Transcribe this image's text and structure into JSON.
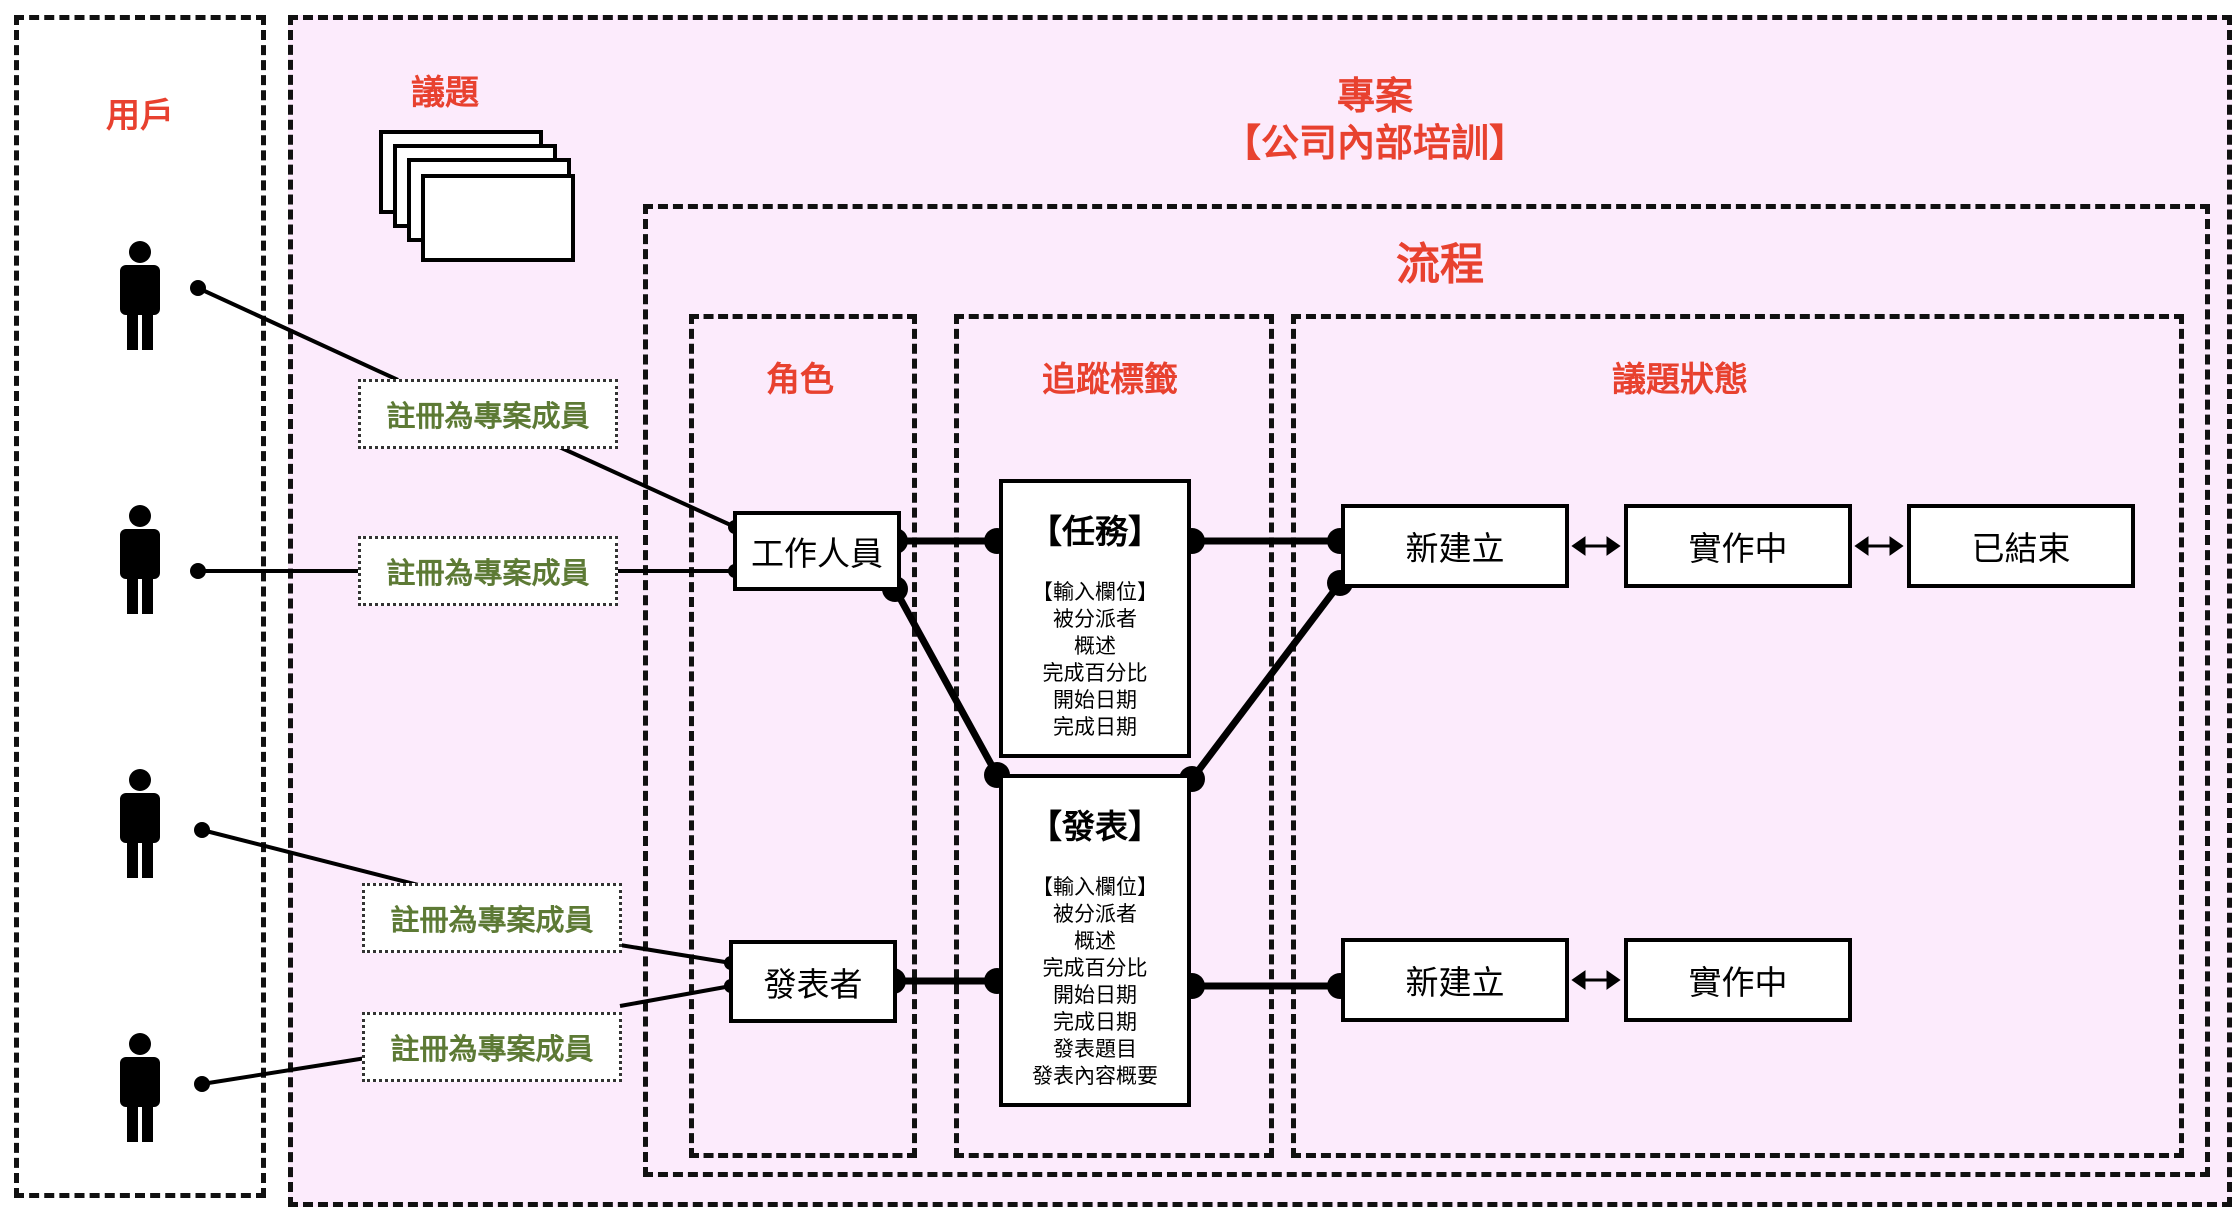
{
  "users": {
    "title": "用戶",
    "register_labels": [
      "註冊為專案成員",
      "註冊為專案成員",
      "註冊為專案成員",
      "註冊為專案成員"
    ]
  },
  "issues_title": "議題",
  "project": {
    "title": "專案",
    "name": "【公司內部培訓】"
  },
  "workflow": {
    "title": "流程",
    "roles_title": "角色",
    "trackers_title": "追蹤標籤",
    "statuses_title": "議題狀態",
    "roles": [
      "工作人員",
      "發表者"
    ],
    "trackers": [
      {
        "name": "【任務】",
        "fields_heading": "【輸入欄位】",
        "fields": [
          "被分派者",
          "概述",
          "完成百分比",
          "開始日期",
          "完成日期"
        ]
      },
      {
        "name": "【發表】",
        "fields_heading": "【輸入欄位】",
        "fields": [
          "被分派者",
          "概述",
          "完成百分比",
          "開始日期",
          "完成日期",
          "發表題目",
          "發表內容概要"
        ]
      }
    ],
    "task_statuses": [
      "新建立",
      "實作中",
      "已結束"
    ],
    "presentation_statuses": [
      "新建立",
      "實作中"
    ],
    "transition_arrow": "↔"
  },
  "colors": {
    "project_background": "#fcebfc",
    "heading_red": "#e8412f",
    "register_green": "#5d7a35"
  }
}
